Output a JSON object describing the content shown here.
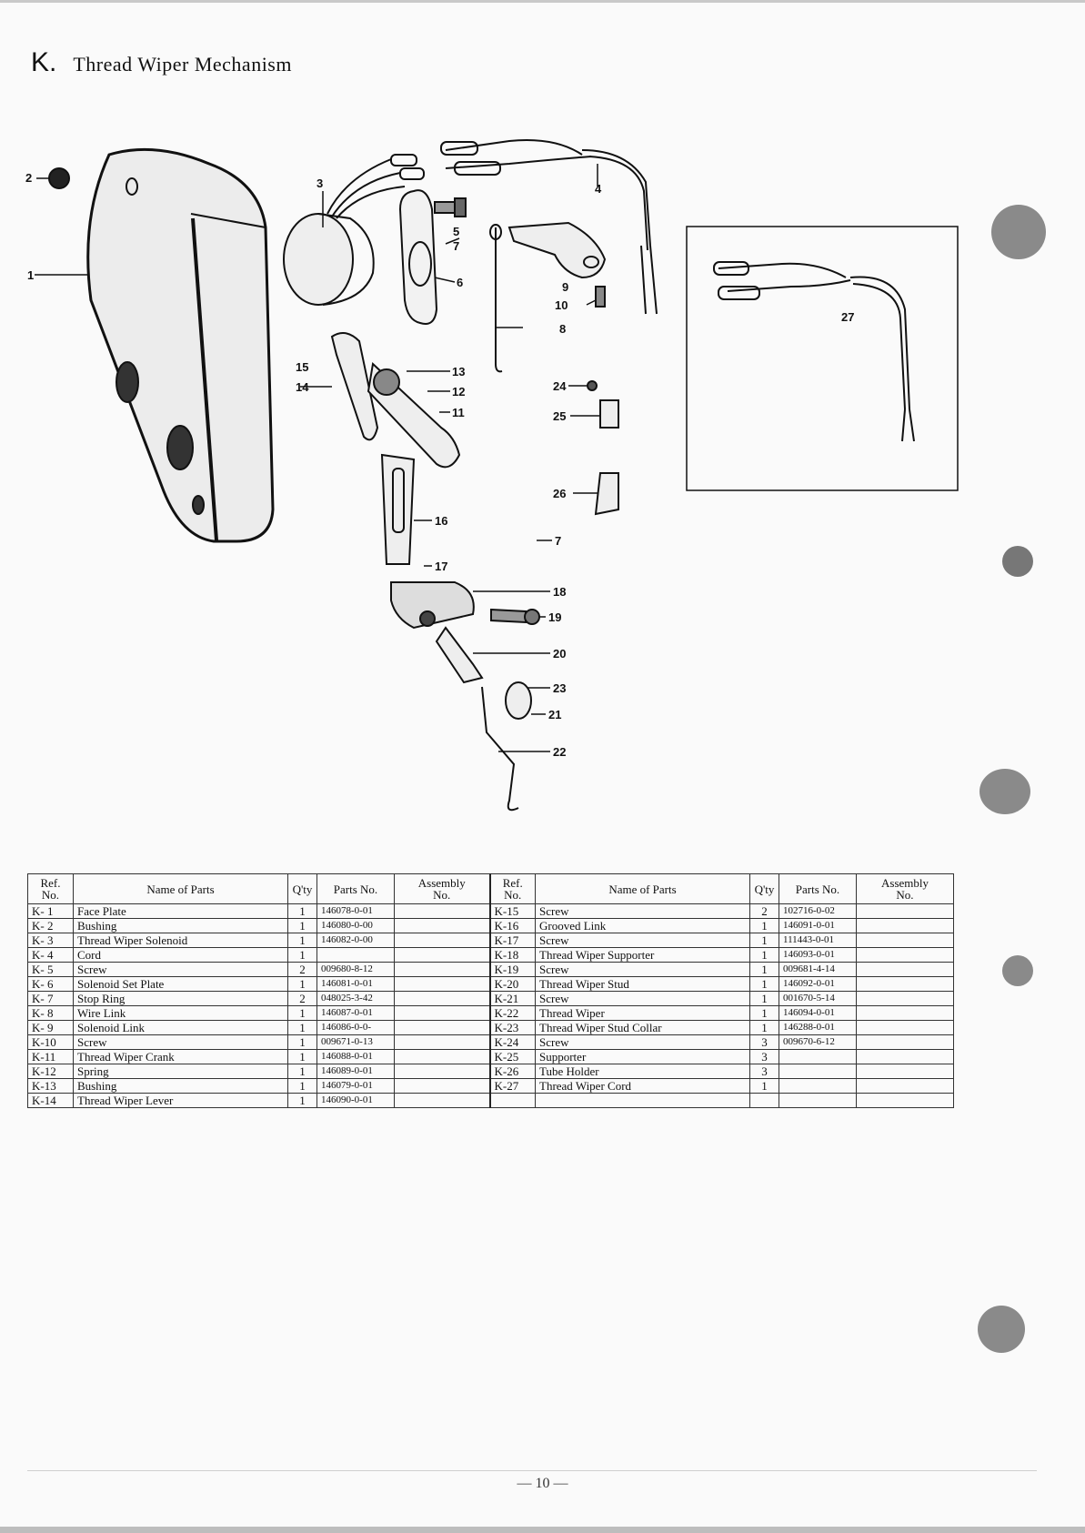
{
  "header": {
    "letter": "K.",
    "title": "Thread Wiper Mechanism"
  },
  "callouts": [
    "1",
    "2",
    "3",
    "4",
    "5",
    "6",
    "7",
    "8",
    "9",
    "10",
    "11",
    "12",
    "13",
    "14",
    "15",
    "16",
    "17",
    "18",
    "19",
    "20",
    "21",
    "22",
    "23",
    "24",
    "25",
    "26",
    "7",
    "27"
  ],
  "table": {
    "headers": {
      "ref": "Ref.\nNo.",
      "name": "Name of Parts",
      "qty": "Q'ty",
      "parts_no": "Parts No.",
      "assembly": "Assembly\nNo."
    },
    "left_rows": [
      {
        "ref": "K- 1",
        "name": "Face Plate",
        "qty": "1",
        "parts_no": "146078-0-01",
        "assembly": ""
      },
      {
        "ref": "K- 2",
        "name": "Bushing",
        "qty": "1",
        "parts_no": "146080-0-00",
        "assembly": ""
      },
      {
        "ref": "K- 3",
        "name": "Thread Wiper Solenoid",
        "qty": "1",
        "parts_no": "146082-0-00",
        "assembly": ""
      },
      {
        "ref": "K- 4",
        "name": "Cord",
        "qty": "1",
        "parts_no": "",
        "assembly": ""
      },
      {
        "ref": "K- 5",
        "name": "Screw",
        "qty": "2",
        "parts_no": "009680-8-12",
        "assembly": ""
      },
      {
        "ref": "K- 6",
        "name": "Solenoid Set Plate",
        "qty": "1",
        "parts_no": "146081-0-01",
        "assembly": ""
      },
      {
        "ref": "K- 7",
        "name": "Stop Ring",
        "qty": "2",
        "parts_no": "048025-3-42",
        "assembly": ""
      },
      {
        "ref": "K- 8",
        "name": "Wire Link",
        "qty": "1",
        "parts_no": "146087-0-01",
        "assembly": ""
      },
      {
        "ref": "K- 9",
        "name": "Solenoid Link",
        "qty": "1",
        "parts_no": "146086-0-0-",
        "assembly": ""
      },
      {
        "ref": "K-10",
        "name": "Screw",
        "qty": "1",
        "parts_no": "009671-0-13",
        "assembly": ""
      },
      {
        "ref": "K-11",
        "name": "Thread Wiper Crank",
        "qty": "1",
        "parts_no": "146088-0-01",
        "assembly": ""
      },
      {
        "ref": "K-12",
        "name": "Spring",
        "qty": "1",
        "parts_no": "146089-0-01",
        "assembly": ""
      },
      {
        "ref": "K-13",
        "name": "Bushing",
        "qty": "1",
        "parts_no": "146079-0-01",
        "assembly": ""
      },
      {
        "ref": "K-14",
        "name": "Thread Wiper Lever",
        "qty": "1",
        "parts_no": "146090-0-01",
        "assembly": ""
      }
    ],
    "right_rows": [
      {
        "ref": "K-15",
        "name": "Screw",
        "qty": "2",
        "parts_no": "102716-0-02",
        "assembly": ""
      },
      {
        "ref": "K-16",
        "name": "Grooved Link",
        "qty": "1",
        "parts_no": "146091-0-01",
        "assembly": ""
      },
      {
        "ref": "K-17",
        "name": "Screw",
        "qty": "1",
        "parts_no": "111443-0-01",
        "assembly": ""
      },
      {
        "ref": "K-18",
        "name": "Thread Wiper Supporter",
        "qty": "1",
        "parts_no": "146093-0-01",
        "assembly": ""
      },
      {
        "ref": "K-19",
        "name": "Screw",
        "qty": "1",
        "parts_no": "009681-4-14",
        "assembly": ""
      },
      {
        "ref": "K-20",
        "name": "Thread Wiper Stud",
        "qty": "1",
        "parts_no": "146092-0-01",
        "assembly": ""
      },
      {
        "ref": "K-21",
        "name": "Screw",
        "qty": "1",
        "parts_no": "001670-5-14",
        "assembly": ""
      },
      {
        "ref": "K-22",
        "name": "Thread Wiper",
        "qty": "1",
        "parts_no": "146094-0-01",
        "assembly": ""
      },
      {
        "ref": "K-23",
        "name": "Thread Wiper Stud Collar",
        "qty": "1",
        "parts_no": "146288-0-01",
        "assembly": ""
      },
      {
        "ref": "K-24",
        "name": "Screw",
        "qty": "3",
        "parts_no": "009670-6-12",
        "assembly": ""
      },
      {
        "ref": "K-25",
        "name": "Supporter",
        "qty": "3",
        "parts_no": "",
        "assembly": ""
      },
      {
        "ref": "K-26",
        "name": "Tube Holder",
        "qty": "3",
        "parts_no": "",
        "assembly": ""
      },
      {
        "ref": "K-27",
        "name": "Thread Wiper Cord",
        "qty": "1",
        "parts_no": "",
        "assembly": ""
      },
      {
        "ref": "",
        "name": "",
        "qty": "",
        "parts_no": "",
        "assembly": ""
      }
    ]
  },
  "footer": {
    "page_number": "— 10 —"
  }
}
